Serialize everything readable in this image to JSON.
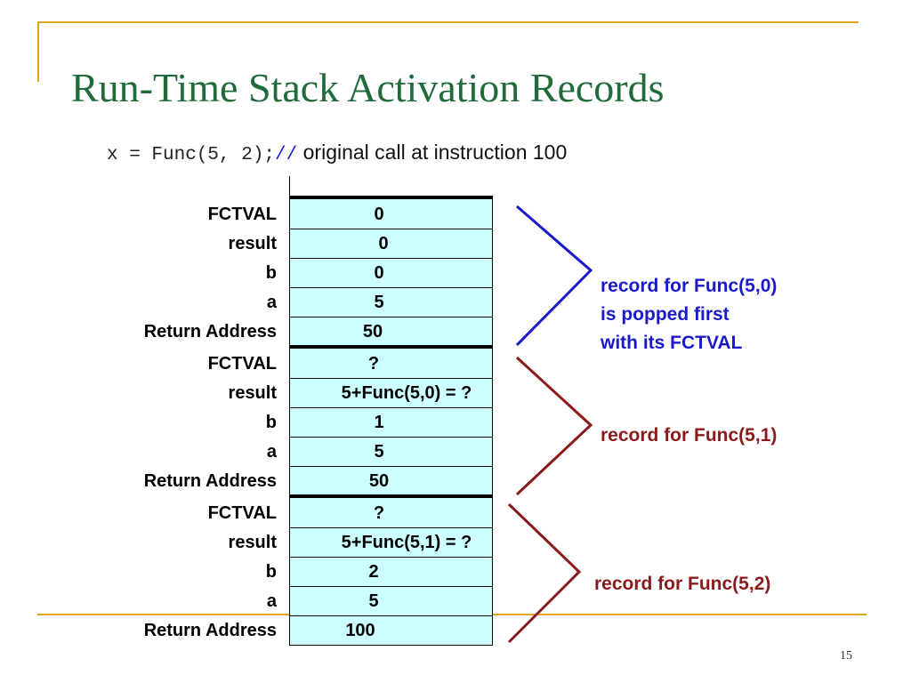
{
  "slide": {
    "title": "Run-Time Stack Activation Records",
    "code_line": {
      "code": "x = Func(5, 2);",
      "comment_mark": "//",
      "comment_text": " original call at instruction 100"
    },
    "field_labels": [
      "FCTVAL",
      "result",
      "b",
      "a",
      "Return Address"
    ],
    "records": [
      {
        "label_lines": [
          "record for Func(5,0)",
          "is popped first",
          "with its FCTVAL"
        ],
        "values": [
          "0",
          "0",
          "0",
          "5",
          "50"
        ],
        "brace_color": "#1a1acc",
        "label_color": "#1a1acc"
      },
      {
        "label_lines": [
          "record for Func(5,1)"
        ],
        "values": [
          "?",
          "5+Func(5,0) = ?",
          "1",
          "5",
          "50"
        ],
        "brace_color": "#8b1a1a",
        "label_color": "#8b1a1a"
      },
      {
        "label_lines": [
          "record for Func(5,2)"
        ],
        "values": [
          "?",
          "5+Func(5,1) = ?",
          "2",
          "5",
          "100"
        ],
        "brace_color": "#8b1a1a",
        "label_color": "#8b1a1a"
      }
    ],
    "return_arrow_color": "#c0281e",
    "accent_line_color": "#e0a418",
    "title_color": "#1f6b3a",
    "page_number": "15"
  }
}
